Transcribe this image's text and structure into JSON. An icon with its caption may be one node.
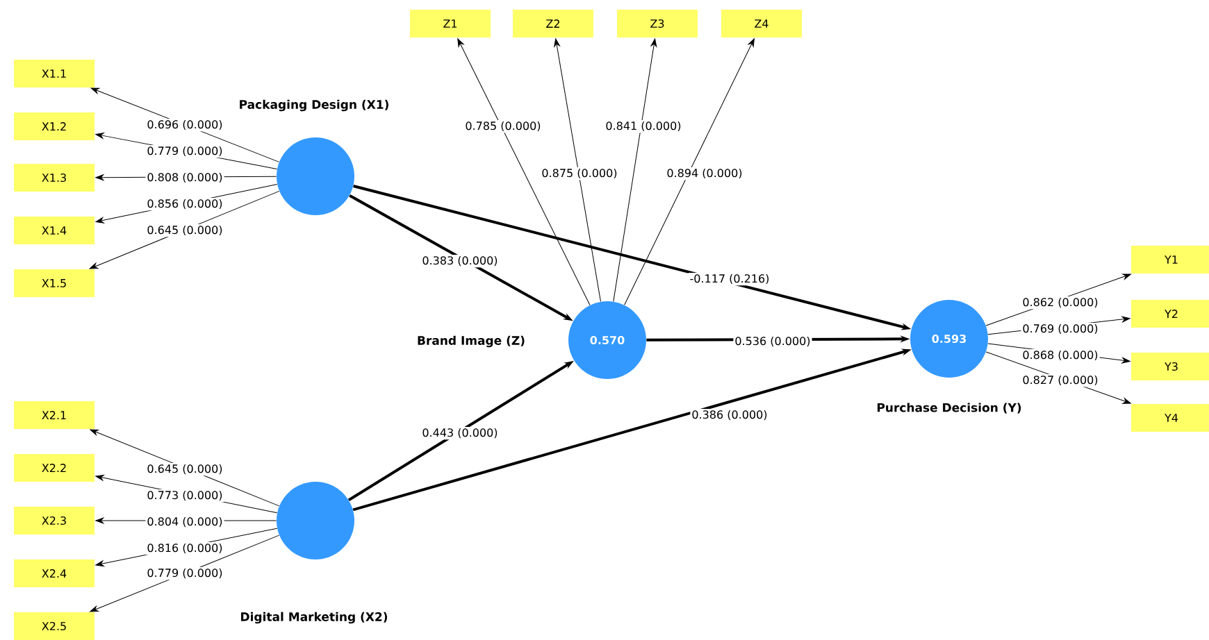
{
  "diagram": {
    "nodes": [
      {
        "text": [
          "X1.1"
        ]
      },
      {
        "text": [
          "X1.2"
        ]
      },
      {
        "text": [
          "X1.3"
        ]
      },
      {
        "text": [
          "X1.4"
        ]
      },
      {
        "text": [
          "X1.5"
        ]
      },
      {
        "text": [
          "Packaging Design (X1)"
        ]
      },
      {
        "text": [
          "Z1"
        ]
      },
      {
        "text": [
          "Z2"
        ]
      },
      {
        "text": [
          "Z3"
        ]
      },
      {
        "text": [
          "Z4"
        ]
      },
      {
        "text": [
          "Brand Image (Z)",
          "0.570"
        ]
      },
      {
        "text": [
          "0.593",
          "Purchase Decision (Y)"
        ]
      },
      {
        "text": [
          "Y1"
        ]
      },
      {
        "text": [
          "Y2"
        ]
      },
      {
        "text": [
          "Y3"
        ]
      },
      {
        "text": [
          "Y4"
        ]
      },
      {
        "text": [
          "X2.1"
        ]
      },
      {
        "text": [
          "X2.2"
        ]
      },
      {
        "text": [
          "X2.3"
        ]
      },
      {
        "text": [
          "X2.4"
        ]
      },
      {
        "text": [
          "X2.5"
        ]
      },
      {
        "text": [
          "Digital Marketing (X2)"
        ]
      }
    ],
    "edges": [
      {
        "from": 5,
        "to": 0,
        "arrow": "to",
        "label": "0.696 (0.000)"
      },
      {
        "from": 5,
        "to": 1,
        "arrow": "to",
        "label": "0.779 (0.000)"
      },
      {
        "from": 5,
        "to": 2,
        "arrow": "to",
        "label": "0.808 (0.000)"
      },
      {
        "from": 5,
        "to": 3,
        "arrow": "to",
        "label": "0.856 (0.000)"
      },
      {
        "from": 5,
        "to": 4,
        "arrow": "to",
        "label": "0.645 (0.000)"
      },
      {
        "from": 10,
        "to": 6,
        "arrow": "to",
        "label": "0.785 (0.000)"
      },
      {
        "from": 10,
        "to": 7,
        "arrow": "to",
        "label": "0.875 (0.000)"
      },
      {
        "from": 10,
        "to": 8,
        "arrow": "to",
        "label": "0.841 (0.000)"
      },
      {
        "from": 10,
        "to": 9,
        "arrow": "to",
        "label": "0.894 (0.000)"
      },
      {
        "from": 11,
        "to": 12,
        "arrow": "to",
        "label": "0.862 (0.000)"
      },
      {
        "from": 11,
        "to": 13,
        "arrow": "to",
        "label": "0.769 (0.000)"
      },
      {
        "from": 11,
        "to": 14,
        "arrow": "to",
        "label": "0.868 (0.000)"
      },
      {
        "from": 11,
        "to": 15,
        "arrow": "to",
        "label": "0.827 (0.000)"
      },
      {
        "from": 21,
        "to": 16,
        "arrow": "to",
        "label": "0.645 (0.000)"
      },
      {
        "from": 21,
        "to": 17,
        "arrow": "to",
        "label": "0.773 (0.000)"
      },
      {
        "from": 21,
        "to": 18,
        "arrow": "to",
        "label": "0.804 (0.000)"
      },
      {
        "from": 21,
        "to": 19,
        "arrow": "to",
        "label": "0.816 (0.000)"
      },
      {
        "from": 21,
        "to": 20,
        "arrow": "to",
        "label": "0.779 (0.000)"
      },
      {
        "from": 5,
        "to": 10,
        "arrow": "to",
        "label": "0.383 (0.000)",
        "style": "thick"
      },
      {
        "from": 5,
        "to": 11,
        "arrow": "to",
        "label": "-0.117 (0.216)",
        "style": "thick"
      },
      {
        "from": 10,
        "to": 11,
        "arrow": "to",
        "label": "0.536 (0.000)",
        "style": "thick"
      },
      {
        "from": 21,
        "to": 10,
        "arrow": "to",
        "label": "0.443 (0.000)",
        "style": "thick"
      },
      {
        "from": 21,
        "to": 11,
        "arrow": "to",
        "label": "0.386 (0.000)",
        "style": "thick"
      }
    ]
  }
}
